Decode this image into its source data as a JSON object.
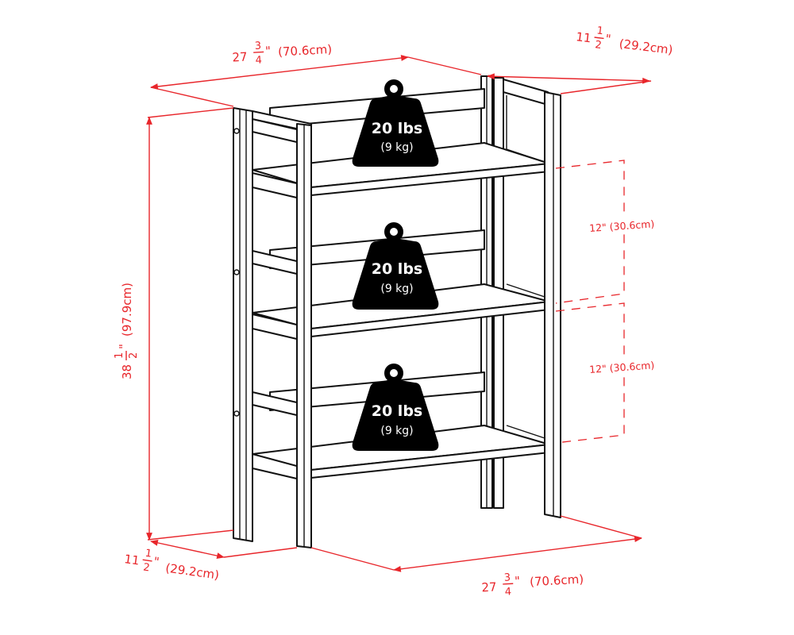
{
  "diagram": {
    "subject": "3-tier folding bookshelf",
    "colors": {
      "dimension_lines": "#e8262b",
      "outline": "#111111",
      "weight_icon": "#000000",
      "background": "#ffffff"
    },
    "dimensions": {
      "top_width": {
        "whole": "27",
        "num": "3",
        "den": "4",
        "inch_mark": "\"",
        "metric": "(70.6cm)"
      },
      "top_depth": {
        "whole": "11",
        "num": "1",
        "den": "2",
        "inch_mark": "\"",
        "metric": "(29.2cm)"
      },
      "height": {
        "whole": "38",
        "num": "1",
        "den": "2",
        "inch_mark": "\"",
        "metric": "(97.9cm)"
      },
      "bottom_depth": {
        "whole": "11",
        "num": "1",
        "den": "2",
        "inch_mark": "\"",
        "metric": "(29.2cm)"
      },
      "bottom_width": {
        "whole": "27",
        "num": "3",
        "den": "4",
        "inch_mark": "\"",
        "metric": "(70.6cm)"
      },
      "shelf_spacing": [
        {
          "label": "12\" (30.6cm)"
        },
        {
          "label": "12\" (30.6cm)"
        }
      ]
    },
    "weight_capacity": [
      {
        "shelf": "top",
        "weight": "20 lbs",
        "metric": "(9 kg)"
      },
      {
        "shelf": "middle",
        "weight": "20 lbs",
        "metric": "(9 kg)"
      },
      {
        "shelf": "bottom",
        "weight": "20 lbs",
        "metric": "(9 kg)"
      }
    ]
  }
}
